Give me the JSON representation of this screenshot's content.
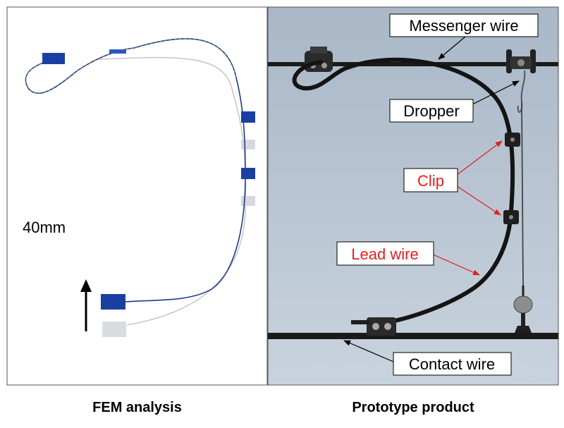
{
  "left_panel": {
    "scale_label": "40mm",
    "caption": "FEM analysis"
  },
  "right_panel": {
    "caption": "Prototype product",
    "callouts": {
      "messenger_wire": "Messenger wire",
      "dropper": "Dropper",
      "clip": "Clip",
      "lead_wire": "Lead wire",
      "contact_wire": "Contact wire"
    }
  },
  "colors": {
    "clip_blue": "#1a3fa0",
    "deformed_line": "#1f3a8c",
    "original_gray": "#c8c8c8",
    "red_label": "#e02020",
    "sky_top": "#aab8c8",
    "sky_bottom": "#c7d2dd"
  }
}
